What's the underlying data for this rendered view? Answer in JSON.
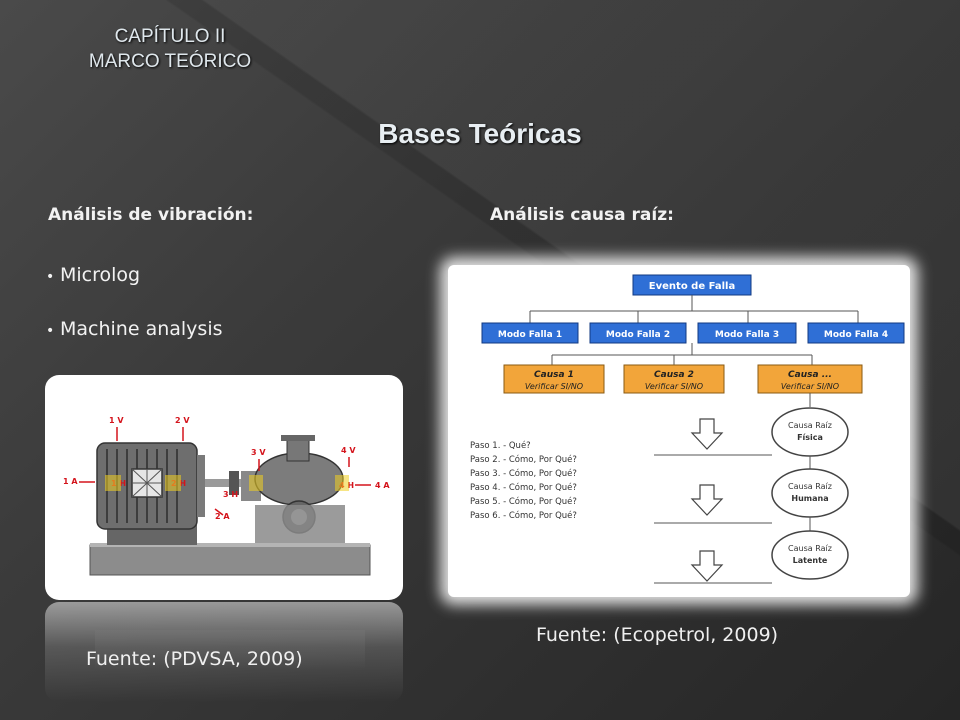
{
  "header": {
    "chapter_line1": "CAPÍTULO II",
    "chapter_line2": "MARCO TEÓRICO",
    "title": "Bases Teóricas"
  },
  "left": {
    "heading": "Análisis de vibración:",
    "bullets": [
      "Microlog",
      "Machine  analysis"
    ],
    "figure_labels": {
      "v1": "1 V",
      "v2": "2 V",
      "v3": "3 V",
      "v4": "4 V",
      "h1": "1 H",
      "h2": "2 H",
      "h3": "3 H",
      "h4": "4 H",
      "a1": "1 A",
      "a2": "2 A",
      "a4": "4 A"
    },
    "source": "Fuente: (PDVSA, 2009)"
  },
  "right": {
    "heading": "Análisis causa raíz:",
    "diagram": {
      "event": "Evento de Falla",
      "modes": [
        "Modo Falla 1",
        "Modo Falla 2",
        "Modo Falla 3",
        "Modo Falla 4"
      ],
      "causes": [
        {
          "name": "Causa 1",
          "check": "Verificar SI/NO"
        },
        {
          "name": "Causa 2",
          "check": "Verificar SI/NO"
        },
        {
          "name": "Causa ...",
          "check": "Verificar SI/NO"
        }
      ],
      "steps": [
        "Paso 1.   - Qué?",
        "Paso 2.   - Cómo, Por Qué?",
        "Paso 3.   - Cómo, Por Qué?",
        "Paso 4.   - Cómo, Por Qué?",
        "Paso 5.   - Cómo, Por Qué?",
        "Paso 6.   - Cómo, Por Qué?"
      ],
      "roots": [
        {
          "line1": "Causa Raíz",
          "line2": "Física"
        },
        {
          "line1": "Causa Raíz",
          "line2": "Humana"
        },
        {
          "line1": "Causa Raíz",
          "line2": "Latente"
        }
      ]
    },
    "source": "Fuente: (Ecopetrol, 2009)"
  },
  "colors": {
    "mode_box": "#2f6fd6",
    "cause_box": "#f2a53a",
    "label_red": "#d4141c"
  }
}
